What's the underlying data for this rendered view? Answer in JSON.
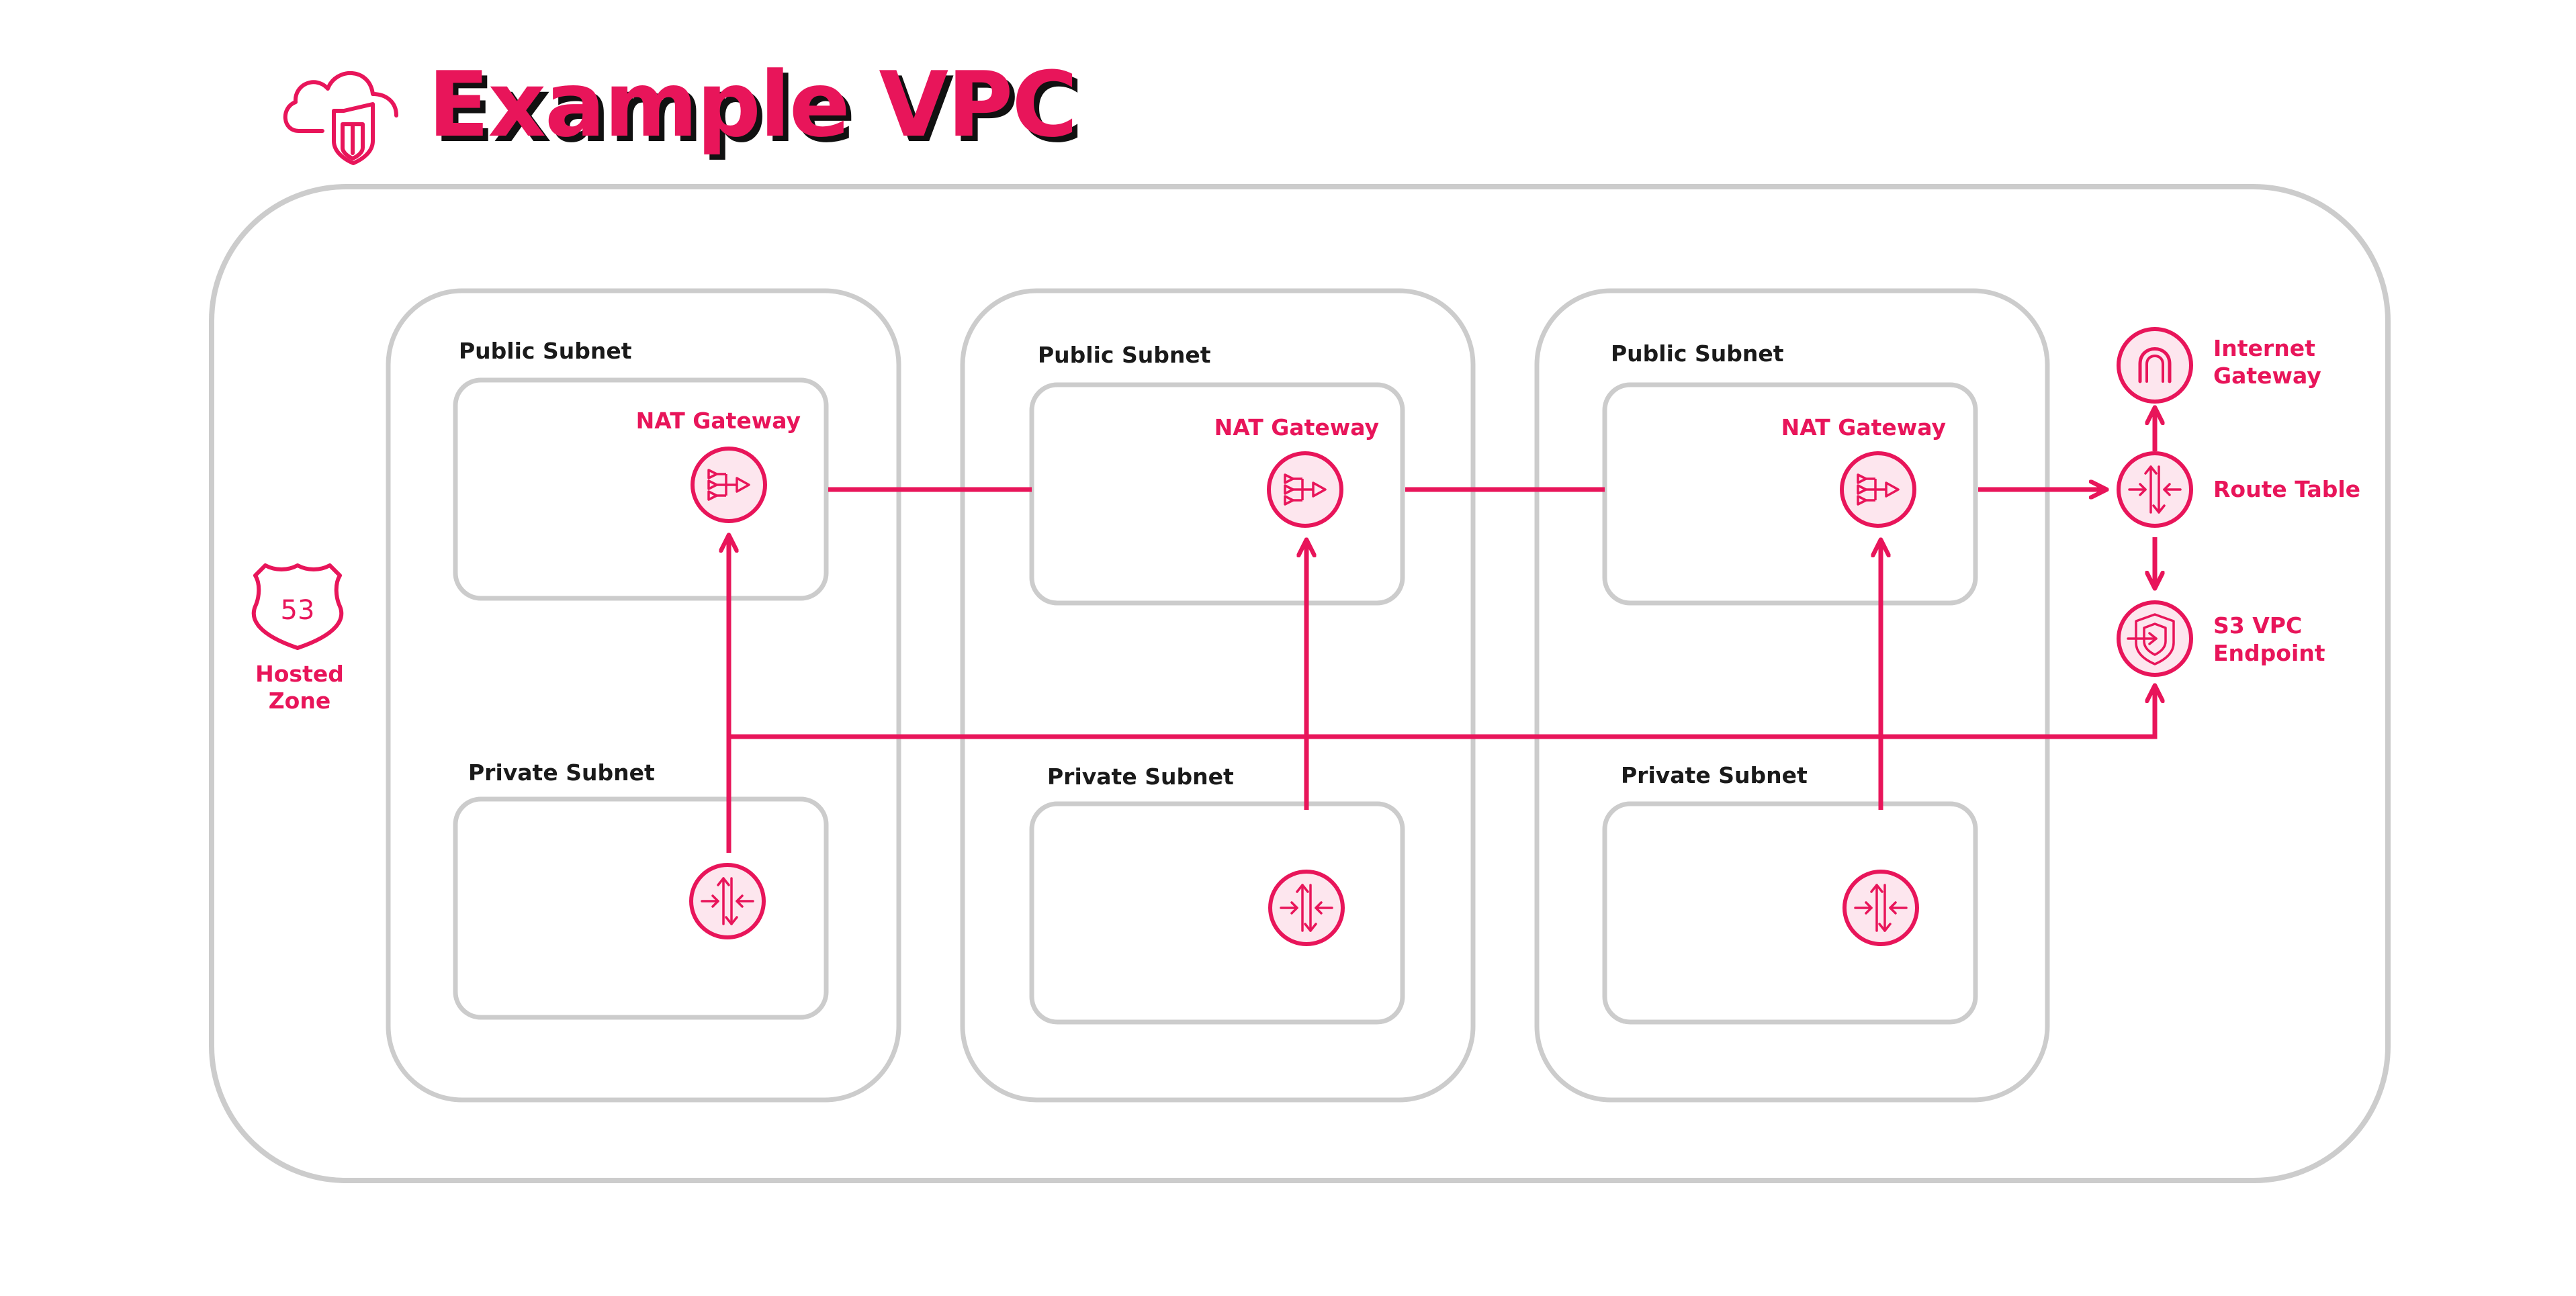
{
  "title": "Example VPC",
  "colors": {
    "accent": "#e8155a",
    "accent_fill": "#fde6ee",
    "border": "#cccccc",
    "title_shadow": "#111111",
    "text": "#1a1a1a"
  },
  "hosted_zone": {
    "badge": "53",
    "label_line1": "Hosted",
    "label_line2": "Zone",
    "icon": "route53-shield-icon"
  },
  "columns": [
    {
      "public_label": "Public Subnet",
      "nat_label": "NAT Gateway",
      "private_label": "Private Subnet"
    },
    {
      "public_label": "Public Subnet",
      "nat_label": "NAT Gateway",
      "private_label": "Private Subnet"
    },
    {
      "public_label": "Public Subnet",
      "nat_label": "NAT Gateway",
      "private_label": "Private Subnet"
    }
  ],
  "right_services": {
    "internet_gateway": {
      "line1": "Internet",
      "line2": "Gateway",
      "icon": "internet-gateway-icon"
    },
    "route_table": {
      "label": "Route Table",
      "icon": "route-table-icon"
    },
    "s3_endpoint": {
      "line1": "S3 VPC",
      "line2": "Endpoint",
      "icon": "s3-endpoint-icon"
    }
  },
  "icons": {
    "logo": "cloud-shield-icon",
    "nat": "nat-gateway-icon",
    "router": "router-icon"
  }
}
